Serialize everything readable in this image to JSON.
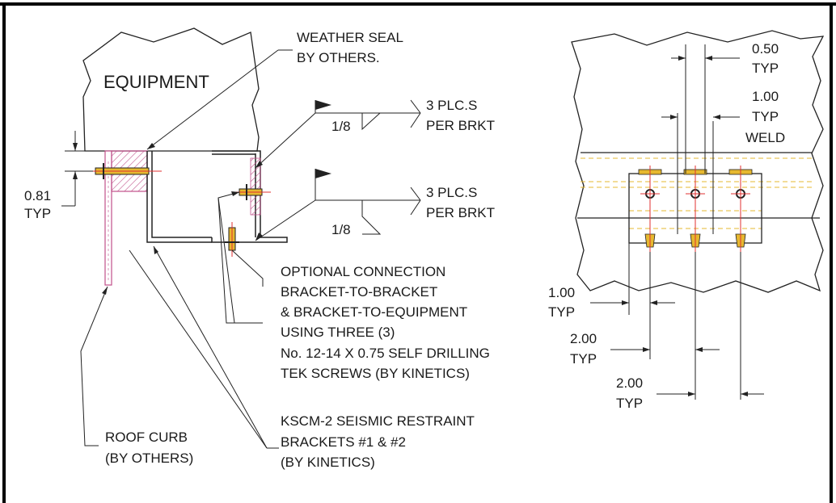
{
  "labels": {
    "equipment": "EQUIPMENT",
    "weather_seal_1": "WEATHER SEAL",
    "weather_seal_2": "BY OTHERS.",
    "weld1_size": "1/8",
    "weld1_note_1": "3 PLC.S",
    "weld1_note_2": "PER BRKT",
    "weld2_size": "1/8",
    "weld2_note_1": "3 PLC.S",
    "weld2_note_2": "PER BRKT",
    "dim_081": "0.81",
    "dim_081_typ": "TYP",
    "optional_1": "OPTIONAL CONNECTION",
    "optional_2": "BRACKET-TO-BRACKET",
    "optional_3": "& BRACKET-TO-EQUIPMENT",
    "optional_4": "USING THREE (3)",
    "optional_5": "No. 12-14 X 0.75 SELF DRILLING",
    "optional_6": "TEK SCREWS (BY KINETICS)",
    "kscm_1": "KSCM-2 SEISMIC RESTRAINT",
    "kscm_2": "BRACKETS #1 & #2",
    "kscm_3": "(BY KINETICS)",
    "roof_curb_1": "ROOF CURB",
    "roof_curb_2": "(BY OTHERS)",
    "dim_050": "0.50",
    "dim_050_typ": "TYP",
    "dim_100a": "1.00",
    "dim_100a_typ": "TYP",
    "dim_100a_weld": "WELD",
    "dim_100b": "1.00",
    "dim_100b_typ": "TYP",
    "dim_200a": "2.00",
    "dim_200a_typ": "TYP",
    "dim_200b": "2.00",
    "dim_200b_typ": "TYP"
  },
  "colors": {
    "line": "#222222",
    "screw": "#e6b830",
    "center": "#e03030",
    "seal": "#c0508a"
  }
}
